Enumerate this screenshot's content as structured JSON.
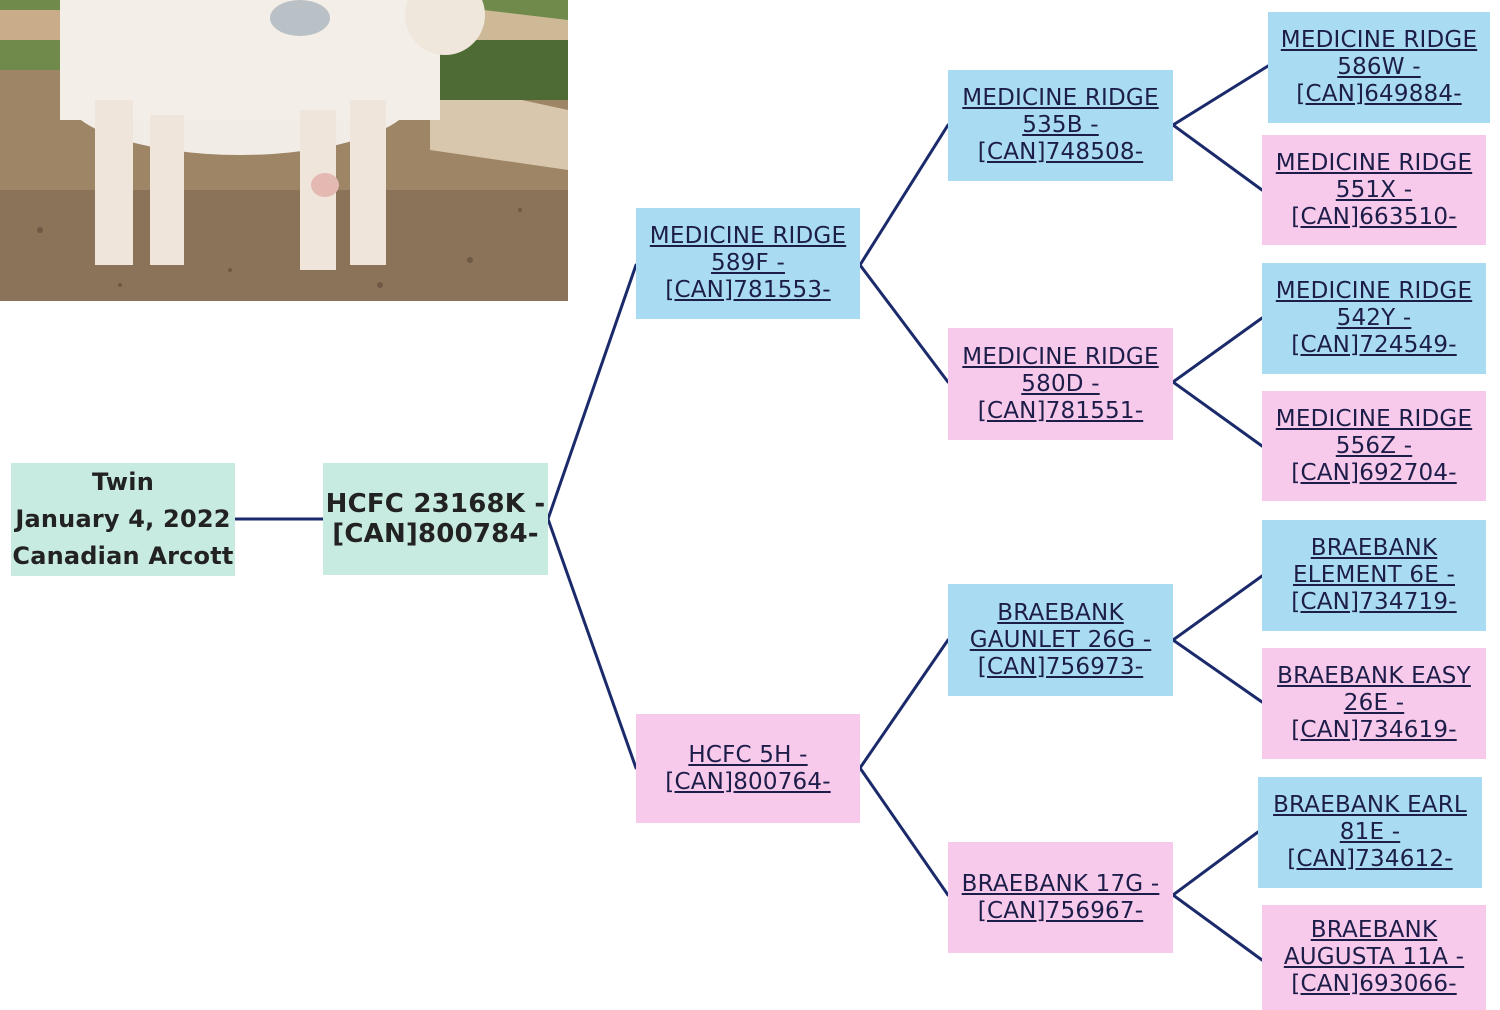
{
  "subject": {
    "lines": [
      "Twin",
      "January 4, 2022",
      "Canadian Arcott"
    ]
  },
  "root": {
    "line1": "HCFC 23168K -",
    "line2": "[CAN]800784-"
  },
  "gen1": {
    "sire": {
      "lines": [
        "MEDICINE RIDGE",
        "589F -",
        "[CAN]781553-"
      ]
    },
    "dam": {
      "lines": [
        "HCFC 5H -",
        "[CAN]800764-"
      ]
    }
  },
  "gen2": {
    "ss": {
      "lines": [
        "MEDICINE RIDGE",
        "535B -",
        "[CAN]748508-"
      ]
    },
    "sd": {
      "lines": [
        "MEDICINE RIDGE",
        "580D -",
        "[CAN]781551-"
      ]
    },
    "ds": {
      "lines": [
        "BRAEBANK",
        "GAUNLET 26G -",
        "[CAN]756973-"
      ]
    },
    "dd": {
      "lines": [
        "BRAEBANK 17G -",
        "[CAN]756967-"
      ]
    }
  },
  "gen3": {
    "sss": {
      "lines": [
        "MEDICINE RIDGE",
        "586W -",
        "[CAN]649884-"
      ]
    },
    "ssd": {
      "lines": [
        "MEDICINE RIDGE",
        "551X -",
        "[CAN]663510-"
      ]
    },
    "sds": {
      "lines": [
        "MEDICINE RIDGE",
        "542Y -",
        "[CAN]724549-"
      ]
    },
    "sdd": {
      "lines": [
        "MEDICINE RIDGE",
        "556Z -",
        "[CAN]692704-"
      ]
    },
    "dss": {
      "lines": [
        "BRAEBANK",
        "ELEMENT 6E -",
        "[CAN]734719-"
      ]
    },
    "dsd": {
      "lines": [
        "BRAEBANK EASY",
        "26E -",
        "[CAN]734619-"
      ]
    },
    "dds": {
      "lines": [
        "BRAEBANK EARL",
        "81E -",
        "[CAN]734612-"
      ]
    },
    "ddd": {
      "lines": [
        "BRAEBANK",
        "AUGUSTA 11A -",
        "[CAN]693066-"
      ]
    }
  },
  "colors": {
    "sire_box": "#a9dcf2",
    "dam_box": "#f7c9ea",
    "subject_box": "#c8ebe1",
    "link_line": "#1b2a6b"
  }
}
